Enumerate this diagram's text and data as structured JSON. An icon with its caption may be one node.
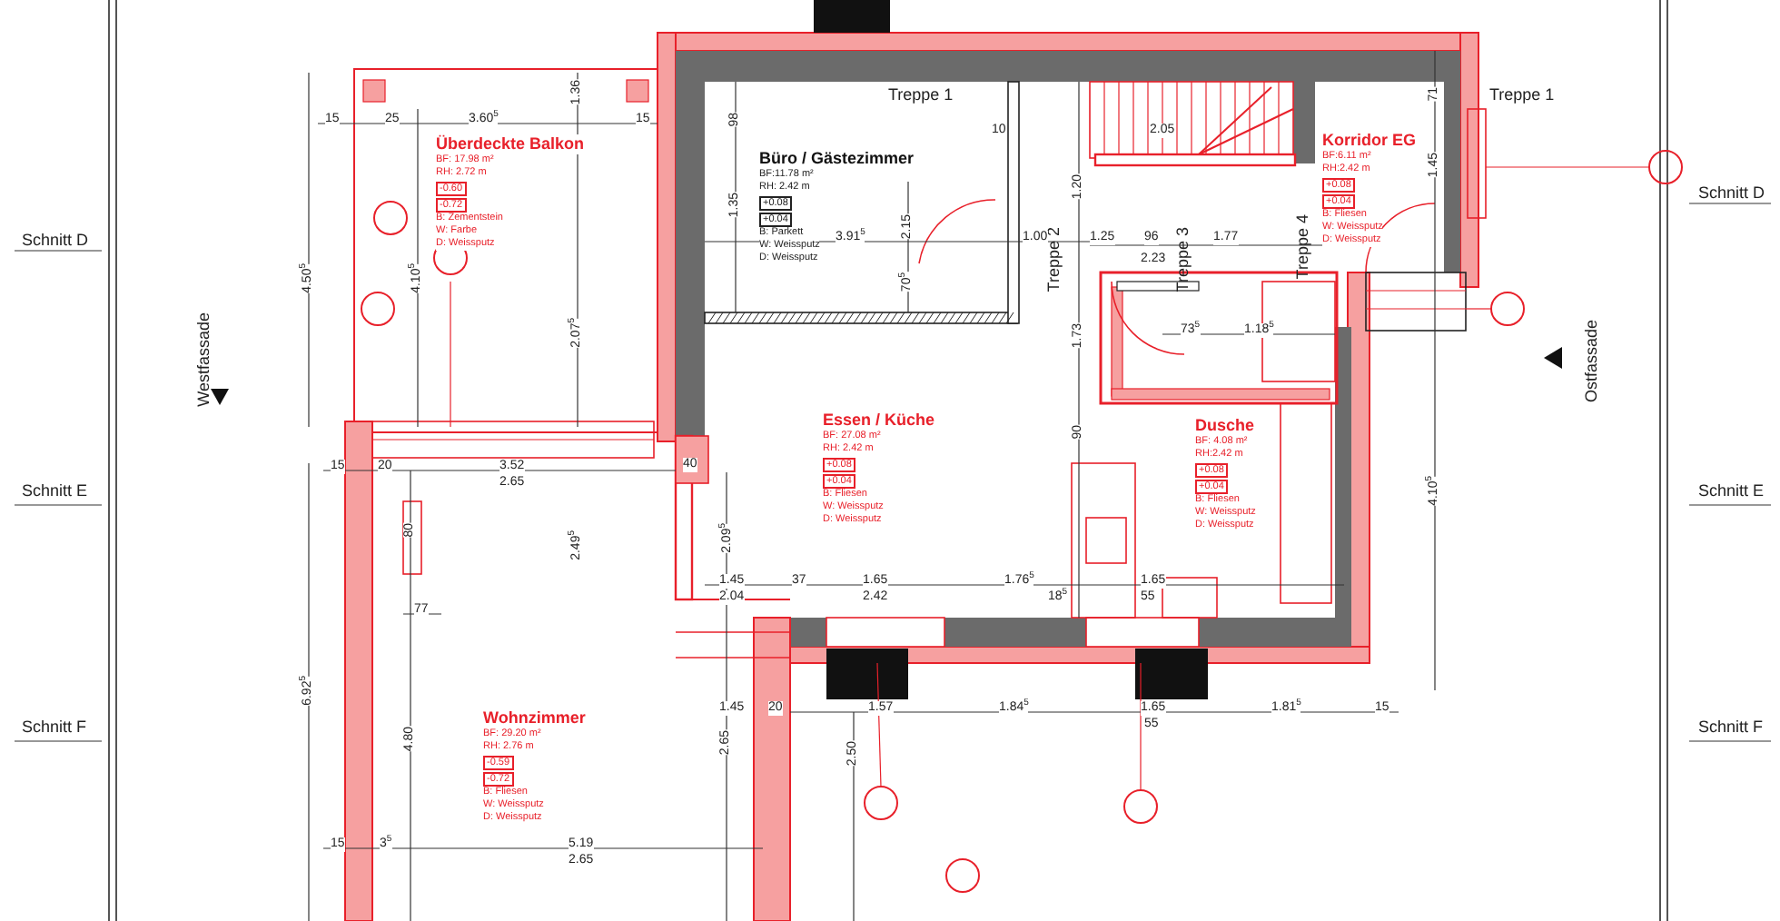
{
  "diagram": {
    "nodes": [
      {
        "text": [
          "Überdeckte Balkon",
          "BF: 17.98 m²",
          "RH: 2.72 m",
          "-0.60",
          "-0.72",
          "B: Zementstein",
          "W: Farbe",
          "D: Weissputz"
        ]
      },
      {
        "text": [
          "Büro / Gästezimmer",
          "BF:11.78 m²",
          "RH: 2.42 m",
          "+0.08",
          "+0.04",
          "B: Parkett",
          "W: Weissputz",
          "D: Weissputz"
        ]
      },
      {
        "text": [
          "Korridor EG",
          "BF:6.11 m²",
          "RH:2.42 m",
          "+0.08",
          "+0.04",
          "B: Fliesen",
          "W: Weissputz",
          "D: Weissputz"
        ]
      },
      {
        "text": [
          "Essen / Küche",
          "BF: 27.08 m²",
          "RH: 2.42 m",
          "+0.08",
          "+0.04",
          "B: Fliesen",
          "W: Weissputz",
          "D: Weissputz"
        ]
      },
      {
        "text": [
          "Dusche",
          "BF: 4.08 m²",
          "RH:2.42 m",
          "+0.08",
          "+0.04",
          "B: Fliesen",
          "W: Weissputz",
          "D: Weissputz"
        ]
      },
      {
        "text": [
          "Wohnzimmer",
          "BF: 29.20 m²",
          "RH: 2.76 m",
          "-0.59",
          "-0.72",
          "B: Fliesen",
          "W: Weissputz",
          "D: Weissputz"
        ]
      }
    ],
    "labels": [
      "Treppe 1",
      "Treppe 1",
      "Treppe 2",
      "Treppe 3",
      "Treppe 4",
      "Schnitt D",
      "Schnitt D",
      "Westfassade",
      "Ostfassade",
      "Schnitt E",
      "Schnitt E",
      "Schnitt F",
      "Schnitt F",
      "15",
      "25",
      "3.60$^{5}$",
      "15",
      "1.36",
      "4.50$^{5}$",
      "4.10$^{5}$",
      "2.07$^{5}$",
      "98",
      "1.35",
      "3.91$^{5}$",
      "2.15",
      "70$^{5}$",
      "10",
      "1.00",
      "1.20",
      "1.73",
      "90",
      "2.05",
      "1.25",
      "96",
      "2.23",
      "1.77",
      "73$^{5}$",
      "1.18$^{5}$",
      "71",
      "1.45",
      "4.10$^{5}$",
      "15",
      "20",
      "3.52",
      "2.65",
      "40",
      "80",
      "2.49$^{5}$",
      "77",
      "2.09$^{5}$",
      "1.45",
      "2.04",
      "37",
      "1.65",
      "2.42",
      "1.76$^{5}$",
      "18$^{5}$",
      "1.65",
      "55",
      "1.45",
      "20",
      "1.57",
      "1.84$^{5}$",
      "1.65",
      "55",
      "1.81$^{5}$",
      "15",
      "6.92$^{5}$",
      "4.80",
      "2.65",
      "2.50",
      "15",
      "3$^{5}$",
      "5.19",
      "2.65"
    ]
  }
}
